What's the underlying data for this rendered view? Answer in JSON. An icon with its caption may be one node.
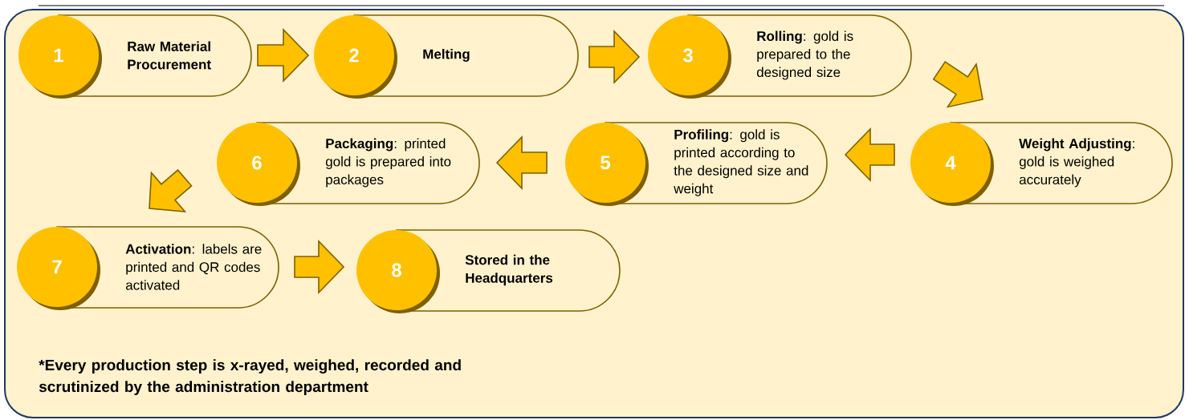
{
  "diagram": {
    "nodes": [
      {
        "text": [
          "1",
          "Raw Material Procurement"
        ]
      },
      {
        "text": [
          "2",
          "Melting"
        ]
      },
      {
        "text": [
          "3",
          "**Rolling**: gold is prepared to the designed size"
        ]
      },
      {
        "text": [
          "4",
          "**Weight Adjusting**: gold is weighed accurately"
        ]
      },
      {
        "text": [
          "5",
          "**Profiling**: gold is printed according to the designed size and weight"
        ]
      },
      {
        "text": [
          "6",
          "**Packaging**: printed gold is prepared into packages"
        ]
      },
      {
        "text": [
          "7",
          "**Activation**: labels are printed and QR codes activated"
        ]
      },
      {
        "text": [
          "8",
          "Stored in the Headquarters"
        ]
      }
    ],
    "edges": [
      {
        "from": 0,
        "to": 1,
        "arrow": "to"
      },
      {
        "from": 1,
        "to": 2,
        "arrow": "to"
      },
      {
        "from": 2,
        "to": 3,
        "arrow": "to"
      },
      {
        "from": 3,
        "to": 4,
        "arrow": "to"
      },
      {
        "from": 4,
        "to": 5,
        "arrow": "to"
      },
      {
        "from": 5,
        "to": 6,
        "arrow": "to"
      },
      {
        "from": 6,
        "to": 7,
        "arrow": "to"
      }
    ],
    "labels": [
      "*Every production step is x-rayed, weighed, recorded and scrutinized by the administration department"
    ]
  }
}
